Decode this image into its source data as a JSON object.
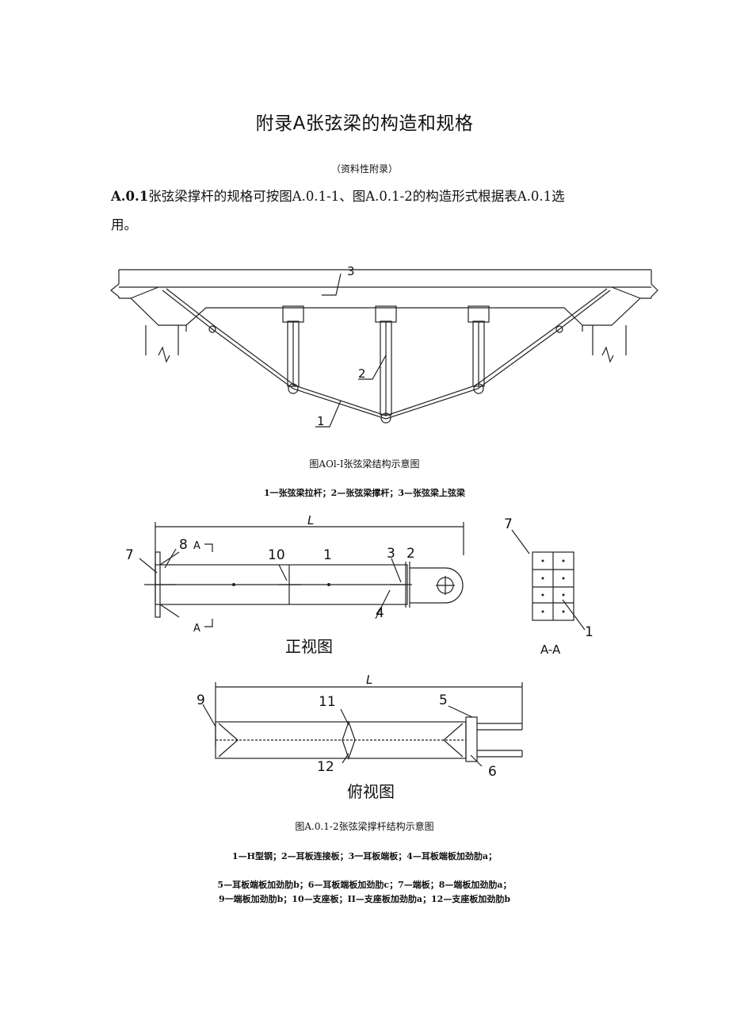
{
  "title": "附录A张弦梁的构造和规格",
  "subtitle": "（资料性附录）",
  "para": {
    "clause_no": "A.0.1",
    "text": "张弦梁撑杆的规格可按图A.0.1-1、图A.0.1-2的构造形式根据表A.0.1选",
    "text_cont": "用。"
  },
  "fig1": {
    "labels": [
      "3",
      "2",
      "1"
    ],
    "caption": "图AOl-I张弦梁结构示意图",
    "legend": "1一张弦梁拉杆；2—张弦梁撑杆；3—张弦梁上弦梁"
  },
  "fig2": {
    "front": {
      "dim": "L",
      "labels": [
        "7",
        "8",
        "10",
        "1",
        "3",
        "2",
        "4"
      ],
      "section_marks": [
        "A",
        "A"
      ],
      "view_title": "正视图"
    },
    "section": {
      "labels": [
        "7",
        "1"
      ],
      "title": "A-A"
    },
    "top": {
      "dim": "L",
      "labels": [
        "9",
        "11",
        "12",
        "5",
        "6"
      ],
      "view_title": "俯视图"
    },
    "caption": "图A.0.1-2张弦梁撑杆结构示意图",
    "legend": [
      "1—H型钢；2—耳板连接板；3一耳板端板；4—耳板端板加劲肋a；",
      "5—耳板端板加劲肋b；6—耳板端板加劲肋c；7—端板；8—端板加劲肋a；",
      "9一端板加劲肋b；10—支座板；II—支座板加劲肋a；12—支座板加劲肋b"
    ]
  }
}
